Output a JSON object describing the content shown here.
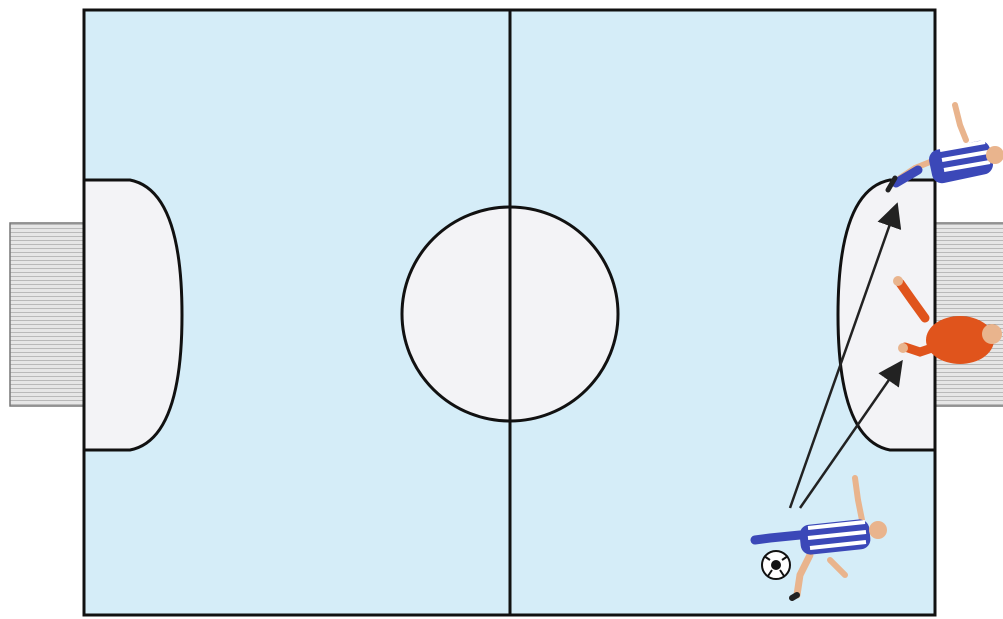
{
  "diagram": {
    "type": "futsal-pitch-tactical-diagram",
    "colors": {
      "pitch": "#d5edf8",
      "penalty_area": "#f3f3f6",
      "line": "#111111",
      "goal_net": "#c8c8c8",
      "team_a_shirt": "#3b48b8",
      "team_a_stripe": "#ffffff",
      "team_b_shirt": "#e0541c",
      "skin": "#e9b48d",
      "arrow": "#222222"
    },
    "elements": [
      "pitch-outline",
      "halfway-line",
      "center-circle",
      "left-penalty-area",
      "right-penalty-area",
      "left-goal",
      "right-goal",
      "attacking-player-with-ball",
      "receiving-player-near-post",
      "goalkeeper",
      "pass-arrow-near-post",
      "pass-arrow-far-post",
      "ball"
    ],
    "players": [
      {
        "role": "attacker-with-ball",
        "team": "team_a"
      },
      {
        "role": "receiver",
        "team": "team_a"
      },
      {
        "role": "goalkeeper",
        "team": "team_b"
      }
    ],
    "arrows": [
      {
        "from": "attacker-with-ball",
        "to": "receiver"
      },
      {
        "from": "attacker-with-ball",
        "to": "goalkeeper-area"
      }
    ]
  }
}
